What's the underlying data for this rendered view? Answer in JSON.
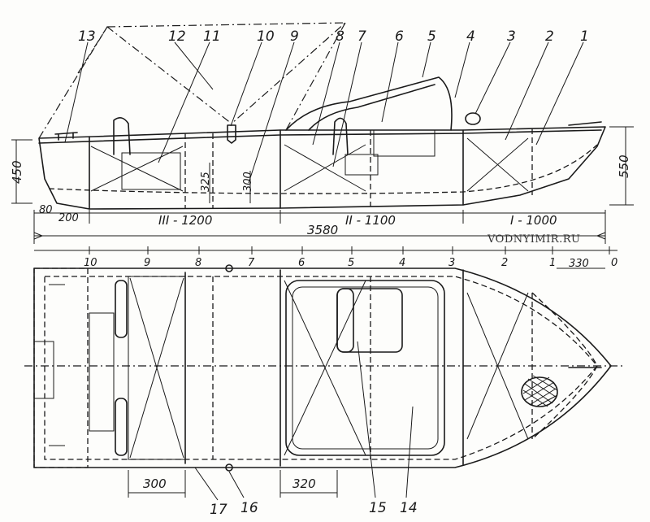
{
  "watermark": "VODNYIMIR.RU",
  "side_view": {
    "height_left": "450",
    "height_right": "550",
    "stern_offset": "80",
    "seg_200": "200",
    "section_III": "III - 1200",
    "section_II": "II - 1100",
    "section_I": "I - 1000",
    "total_length": "3580",
    "inner_325": "325",
    "inner_300": "300"
  },
  "frame_scale": {
    "ticks": [
      "10",
      "9",
      "8",
      "7",
      "6",
      "5",
      "4",
      "3",
      "2",
      "1",
      "0"
    ],
    "bow_offset": "330"
  },
  "plan_view": {
    "dim_300": "300",
    "dim_320": "320"
  },
  "callouts_top": [
    "13",
    "12",
    "11",
    "10",
    "9",
    "8",
    "7",
    "6",
    "5",
    "4",
    "3",
    "2",
    "1"
  ],
  "callouts_bottom": [
    "17",
    "16",
    "15",
    "14"
  ]
}
